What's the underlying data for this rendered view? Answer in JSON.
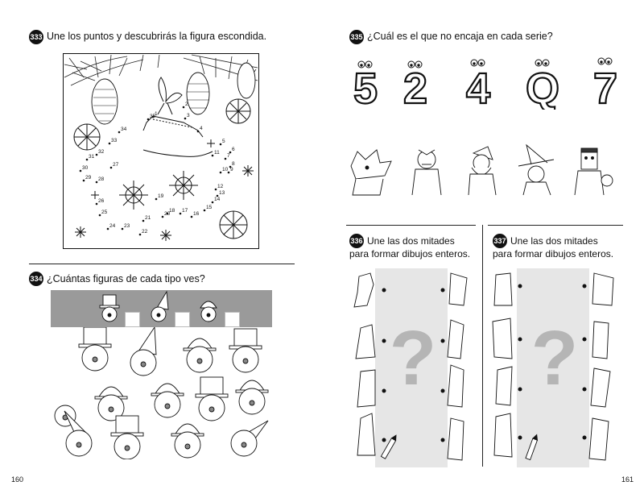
{
  "left_page": {
    "ex333": {
      "number": "333",
      "title": "Une los puntos y descubrirás la figura escondida.",
      "dots": [
        "1",
        "2",
        "3",
        "4",
        "5",
        "6",
        "7",
        "8",
        "9",
        "10",
        "11",
        "12",
        "13",
        "14",
        "15",
        "16",
        "17",
        "18",
        "19",
        "20",
        "21",
        "22",
        "23",
        "24",
        "25",
        "26",
        "27",
        "28",
        "29",
        "30",
        "31",
        "32",
        "33",
        "34",
        "35"
      ]
    },
    "ex334": {
      "number": "334",
      "title": "¿Cuántas figuras de cada tipo ves?"
    },
    "page_number": "160"
  },
  "right_page": {
    "ex335": {
      "number": "335",
      "title": "¿Cuál es el que no encaja en cada serie?",
      "characters": [
        "5",
        "2",
        "4",
        "Q",
        "7"
      ]
    },
    "ex336": {
      "number": "336",
      "title_line1": "Une las dos mitades",
      "title_line2": "para formar dibujos enteros.",
      "mark": "?"
    },
    "ex337": {
      "number": "337",
      "title_line1": "Une las dos mitades",
      "title_line2": "para formar dibujos enteros.",
      "mark": "?"
    },
    "page_number": "161"
  }
}
